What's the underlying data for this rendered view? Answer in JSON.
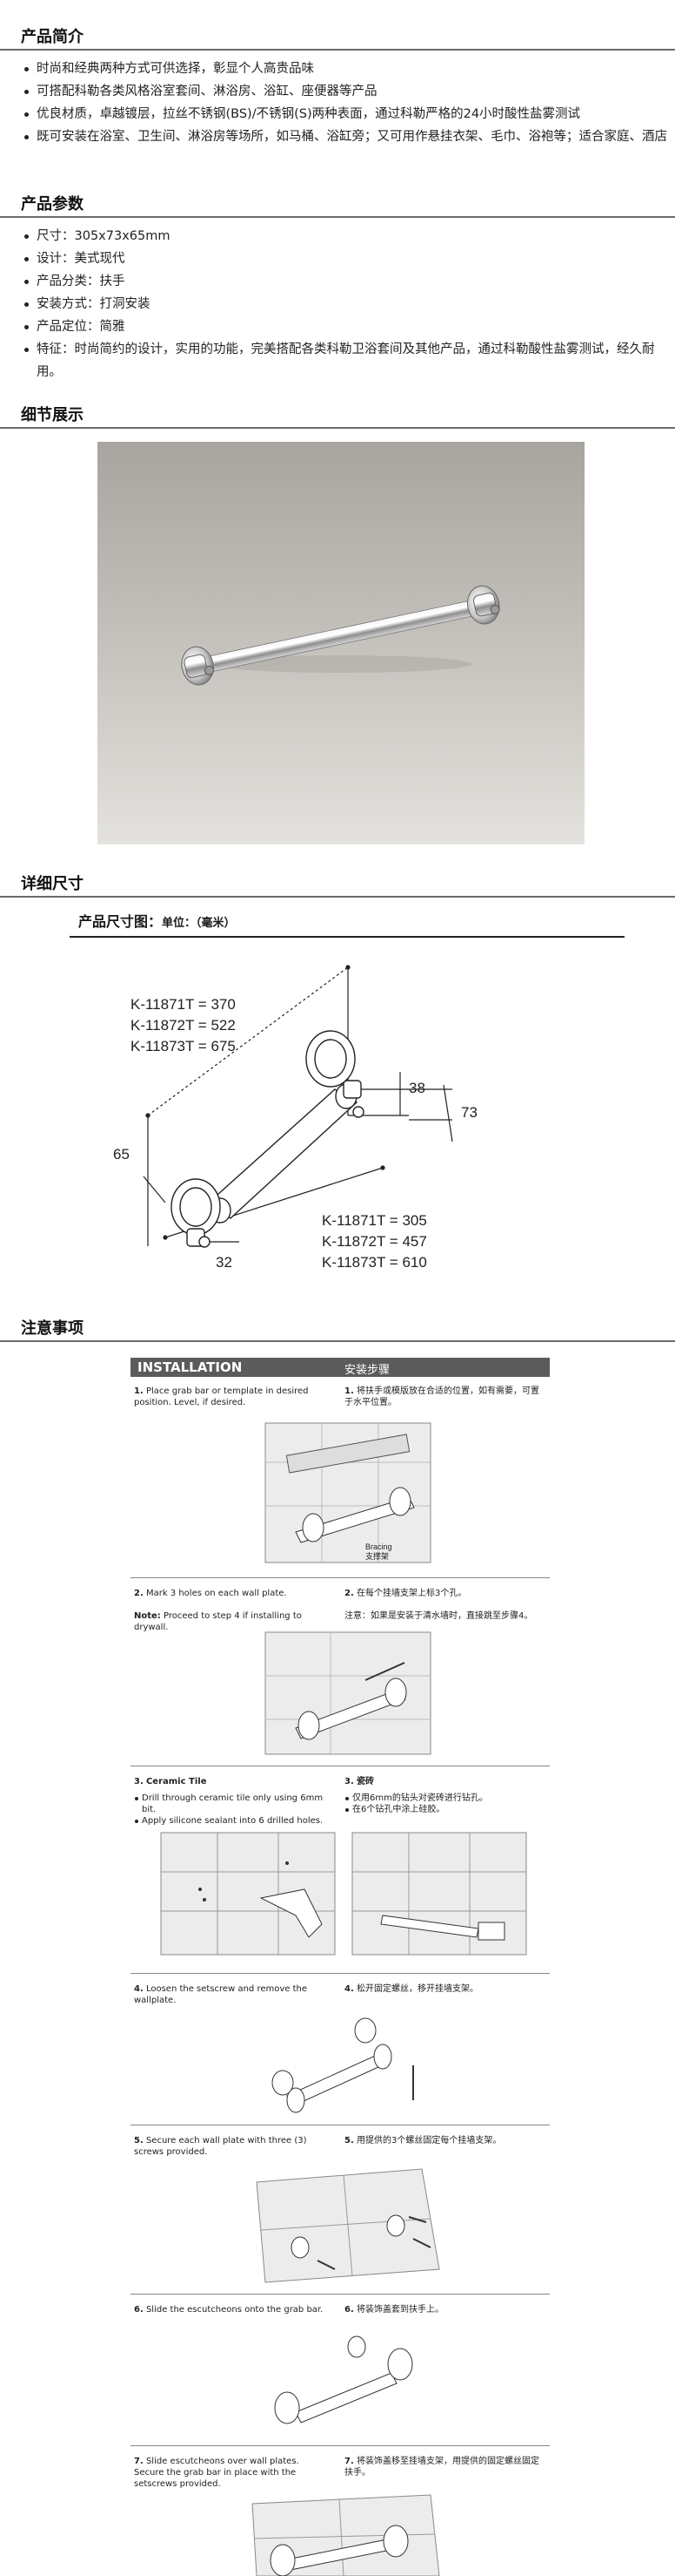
{
  "intro": {
    "title": "产品简介",
    "items": [
      "时尚和经典两种方式可供选择，彰显个人高贵品味",
      "可搭配科勒各类风格浴室套间、淋浴房、浴缸、座便器等产品",
      "优良材质，卓越镀层，拉丝不锈钢(BS)/不锈钢(S)两种表面，通过科勒严格的24小时酸性盐雾测试",
      "既可安装在浴室、卫生间、淋浴房等场所，如马桶、浴缸旁；又可用作悬挂衣架、毛巾、浴袍等；适合家庭、酒店"
    ]
  },
  "params": {
    "title": "产品参数",
    "items": [
      "尺寸：305x73x65mm",
      "设计：美式现代",
      "产品分类：扶手",
      "安装方式：打洞安装",
      "产品定位：简雅",
      "特征：时尚简约的设计，实用的功能，完美搭配各类科勒卫浴套间及其他产品，通过科勒酸性盐雾测试，经久耐用。"
    ]
  },
  "detail": {
    "title": "细节展示"
  },
  "dimensions": {
    "title": "详细尺寸",
    "drawing_title": "产品尺寸图：",
    "drawing_unit": "单位：（毫米）",
    "overall_lengths": [
      "K-11871T = 370",
      "K-11872T = 522",
      "K-11873T = 675"
    ],
    "bar_lengths": [
      "K-11871T = 305",
      "K-11872T = 457",
      "K-11873T = 610"
    ],
    "d38": "38",
    "d73": "73",
    "d65": "65",
    "d32": "32"
  },
  "notes": {
    "title": "注意事项",
    "header_en": "INSTALLATION",
    "header_cn": "安装步骤",
    "s1_num": "1.",
    "s1_en": "Place grab bar or template in desired position. Level, if desired.",
    "s1_cn": "将扶手或模版放在合适的位置，如有需要，可置于水平位置。",
    "bracing_en": "Bracing",
    "bracing_cn": "支撑架",
    "s2_num": "2.",
    "s2_en": "Mark 3 holes on each wall plate.",
    "s2_note_label": "Note:",
    "s2_note": "Proceed to step 4 if installing to drywall.",
    "s2_cn": "在每个挂墙支架上标3个孔。",
    "s2_cn_note": "注意：如果是安装于清水墙时，直接跳至步骤4。",
    "s3_num": "3.",
    "s3_en_title": "Ceramic Tile",
    "s3_cn_title": "瓷砖",
    "s3_en_b1": "Drill through ceramic tile only using 6mm bit.",
    "s3_en_b2": "Apply silicone sealant into 6 drilled holes.",
    "s3_cn_b1": "仅用6mm的钻头对瓷砖进行钻孔。",
    "s3_cn_b2": "在6个钻孔中涂上硅胶。",
    "s4_num": "4.",
    "s4_en": "Loosen the setscrew and remove the wallplate.",
    "s4_cn": "松开固定螺丝，移开挂墙支架。",
    "s5_num": "5.",
    "s5_en": "Secure each wall plate with three (3) screws provided.",
    "s5_cn": "用提供的3个螺丝固定每个挂墙支架。",
    "s6_num": "6.",
    "s6_en": "Slide the escutcheons onto the grab bar.",
    "s6_cn": "将装饰盖套到扶手上。",
    "s7_num": "7.",
    "s7_en": "Slide escutcheons over wall plates. Secure the grab bar in place with the setscrews provided.",
    "s7_cn": "将装饰盖移至挂墙支架，用提供的固定螺丝固定扶手。"
  }
}
